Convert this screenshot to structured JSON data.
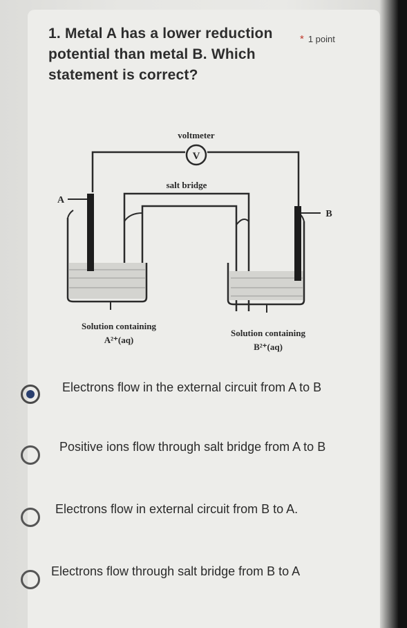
{
  "question": {
    "number": "1.",
    "text": "Metal A has a lower reduction potential than metal B. Which statement is correct?",
    "required_mark": "*",
    "points": "1 point"
  },
  "diagram": {
    "voltmeter_label": "voltmeter",
    "voltmeter_symbol": "V",
    "salt_bridge_label": "salt bridge",
    "electrode_a_label": "A",
    "electrode_b_label": "B",
    "left_solution_line1": "Solution containing",
    "left_solution_line2": "A²⁺(aq)",
    "right_solution_line1": "Solution containing",
    "right_solution_line2": "B²⁺(aq)"
  },
  "options": [
    {
      "text": "Electrons flow in the external circuit from A to B",
      "selected": true
    },
    {
      "text": "Positive ions flow through salt bridge from A to B",
      "selected": false
    },
    {
      "text": "Electrons flow in external circuit from B to A.",
      "selected": false
    },
    {
      "text": "Electrons flow through salt bridge from B to A",
      "selected": false
    }
  ]
}
